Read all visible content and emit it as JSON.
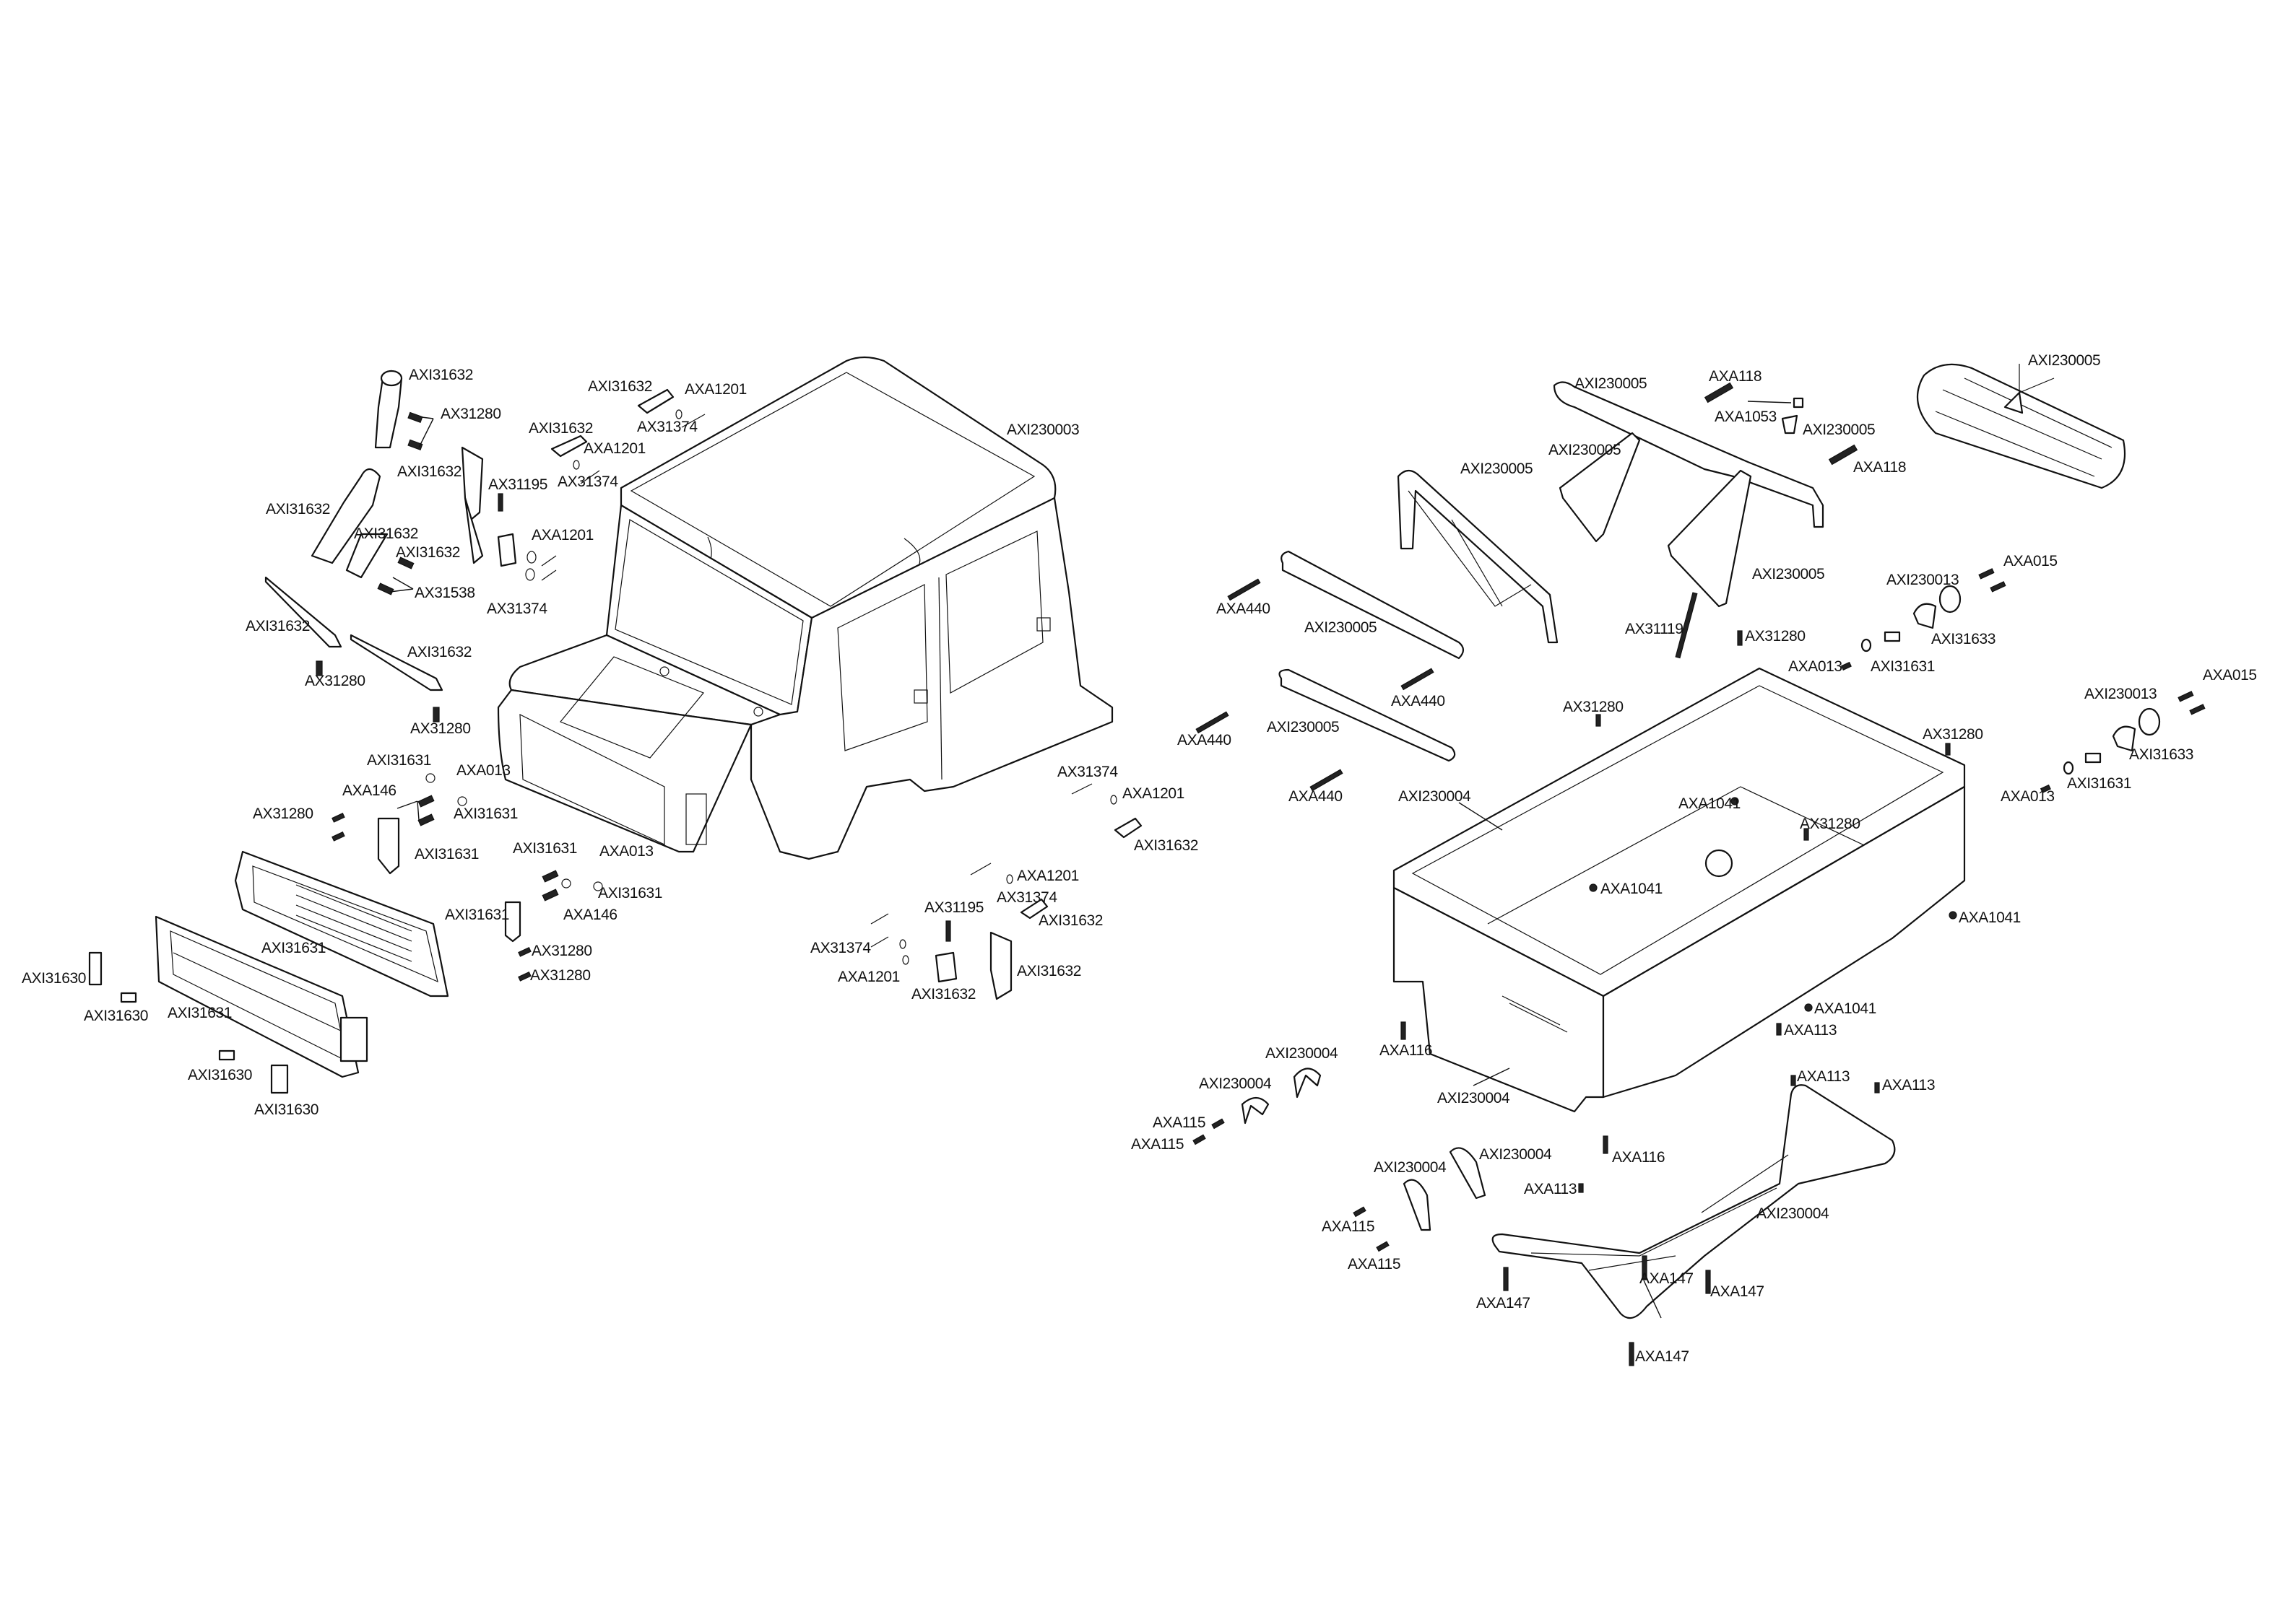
{
  "diagram": {
    "kind": "exploded-parts-view",
    "colors": {
      "line": "#111111",
      "background": "#ffffff"
    },
    "labels": [
      {
        "id": "l1",
        "text": "AXI31632",
        "group": "snorkel"
      },
      {
        "id": "l2",
        "text": "AX31280",
        "group": "snorkel"
      },
      {
        "id": "l3",
        "text": "AXI31632",
        "group": "mirror-left"
      },
      {
        "id": "l4",
        "text": "AXI31632",
        "group": "snorkel"
      },
      {
        "id": "l5",
        "text": "AXI31632",
        "group": "snorkel"
      },
      {
        "id": "l6",
        "text": "AX31538",
        "group": "snorkel"
      },
      {
        "id": "l7",
        "text": "AXI31632",
        "group": "mirror-left"
      },
      {
        "id": "l8",
        "text": "AX31195",
        "group": "mirror-left"
      },
      {
        "id": "l9",
        "text": "AXA1201",
        "group": "mirror-left"
      },
      {
        "id": "l10",
        "text": "AX31374",
        "group": "mirror-left"
      },
      {
        "id": "l11",
        "text": "AXI31632",
        "group": "handle-left"
      },
      {
        "id": "l12",
        "text": "AXA1201",
        "group": "handle-left"
      },
      {
        "id": "l13",
        "text": "AX31374",
        "group": "handle-left"
      },
      {
        "id": "l14",
        "text": "AXI31632",
        "group": "handle-left"
      },
      {
        "id": "l15",
        "text": "AXA1201",
        "group": "handle-left"
      },
      {
        "id": "l16",
        "text": "AX31374",
        "group": "handle-left"
      },
      {
        "id": "l17",
        "text": "AXI31632",
        "group": "wiper"
      },
      {
        "id": "l18",
        "text": "AX31280",
        "group": "wiper"
      },
      {
        "id": "l19",
        "text": "AXI31632",
        "group": "wiper"
      },
      {
        "id": "l20",
        "text": "AX31280",
        "group": "wiper"
      },
      {
        "id": "l21",
        "text": "AXI230003",
        "group": "cab-body"
      },
      {
        "id": "l22",
        "text": "AXI31631",
        "group": "grille"
      },
      {
        "id": "l23",
        "text": "AXA013",
        "group": "grille"
      },
      {
        "id": "l24",
        "text": "AXI31631",
        "group": "grille"
      },
      {
        "id": "l25",
        "text": "AXA146",
        "group": "grille"
      },
      {
        "id": "l26",
        "text": "AX31280",
        "group": "grille"
      },
      {
        "id": "l27",
        "text": "AXI31631",
        "group": "grille"
      },
      {
        "id": "l28",
        "text": "AXI31631",
        "group": "grille"
      },
      {
        "id": "l29",
        "text": "AXI31631",
        "group": "grille"
      },
      {
        "id": "l30",
        "text": "AXI31630",
        "group": "grille"
      },
      {
        "id": "l31",
        "text": "AXI31630",
        "group": "grille"
      },
      {
        "id": "l32",
        "text": "AXI31630",
        "group": "grille"
      },
      {
        "id": "l33",
        "text": "AXI31630",
        "group": "grille"
      },
      {
        "id": "l34",
        "text": "AXI31631",
        "group": "grille-bracket"
      },
      {
        "id": "l35",
        "text": "AXA013",
        "group": "grille-bracket"
      },
      {
        "id": "l36",
        "text": "AXI31631",
        "group": "grille-bracket"
      },
      {
        "id": "l37",
        "text": "AXI31631",
        "group": "grille-bracket"
      },
      {
        "id": "l38",
        "text": "AXA146",
        "group": "grille-bracket"
      },
      {
        "id": "l39",
        "text": "AX31280",
        "group": "grille-bracket"
      },
      {
        "id": "l40",
        "text": "AX31280",
        "group": "grille-bracket"
      },
      {
        "id": "l41",
        "text": "AX31374",
        "group": "handle-right"
      },
      {
        "id": "l42",
        "text": "AXA1201",
        "group": "handle-right"
      },
      {
        "id": "l43",
        "text": "AXI31632",
        "group": "handle-right"
      },
      {
        "id": "l44",
        "text": "AX31374",
        "group": "handle-right"
      },
      {
        "id": "l45",
        "text": "AXA1201",
        "group": "handle-right"
      },
      {
        "id": "l46",
        "text": "AXI31632",
        "group": "handle-right"
      },
      {
        "id": "l47",
        "text": "AX31195",
        "group": "mirror-right"
      },
      {
        "id": "l48",
        "text": "AX31374",
        "group": "mirror-right"
      },
      {
        "id": "l49",
        "text": "AXA1201",
        "group": "mirror-right"
      },
      {
        "id": "l50",
        "text": "AXI31632",
        "group": "mirror-right"
      },
      {
        "id": "l51",
        "text": "AXI31632",
        "group": "mirror-right"
      },
      {
        "id": "l52",
        "text": "AXI230005",
        "group": "rollbar"
      },
      {
        "id": "l53",
        "text": "AXA118",
        "group": "rollbar"
      },
      {
        "id": "l54",
        "text": "AXA1053",
        "group": "rollbar"
      },
      {
        "id": "l55",
        "text": "AXI230005",
        "group": "rollbar"
      },
      {
        "id": "l56",
        "text": "AXA118",
        "group": "rollbar"
      },
      {
        "id": "l57",
        "text": "AXI230005",
        "group": "rollbar"
      },
      {
        "id": "l58",
        "text": "AXI230005",
        "group": "rollbar"
      },
      {
        "id": "l59",
        "text": "AXI230005",
        "group": "rollbar"
      },
      {
        "id": "l60",
        "text": "AX31119",
        "group": "rollbar"
      },
      {
        "id": "l61",
        "text": "AX31280",
        "group": "rollbar"
      },
      {
        "id": "l62",
        "text": "AXA440",
        "group": "rollbar-links"
      },
      {
        "id": "l63",
        "text": "AXI230005",
        "group": "rollbar-links"
      },
      {
        "id": "l64",
        "text": "AXA440",
        "group": "rollbar-links"
      },
      {
        "id": "l65",
        "text": "AXA440",
        "group": "rollbar-links"
      },
      {
        "id": "l66",
        "text": "AXI230005",
        "group": "rollbar-links"
      },
      {
        "id": "l67",
        "text": "AXA440",
        "group": "rollbar-links"
      },
      {
        "id": "l68",
        "text": "AXI230005",
        "group": "spare-tire"
      },
      {
        "id": "l69",
        "text": "AXI230013",
        "group": "taillight-1"
      },
      {
        "id": "l70",
        "text": "AXA015",
        "group": "taillight-1"
      },
      {
        "id": "l71",
        "text": "AXI31633",
        "group": "taillight-1"
      },
      {
        "id": "l72",
        "text": "AXA013",
        "group": "taillight-1"
      },
      {
        "id": "l73",
        "text": "AXI31631",
        "group": "taillight-1"
      },
      {
        "id": "l74",
        "text": "AXI230013",
        "group": "taillight-2"
      },
      {
        "id": "l75",
        "text": "AXA015",
        "group": "taillight-2"
      },
      {
        "id": "l76",
        "text": "AXI31633",
        "group": "taillight-2"
      },
      {
        "id": "l77",
        "text": "AXA013",
        "group": "taillight-2"
      },
      {
        "id": "l78",
        "text": "AXI31631",
        "group": "taillight-2"
      },
      {
        "id": "l79",
        "text": "AX31280",
        "group": "bed"
      },
      {
        "id": "l80",
        "text": "AX31280",
        "group": "bed"
      },
      {
        "id": "l81",
        "text": "AXI230004",
        "group": "bed"
      },
      {
        "id": "l82",
        "text": "AXA1041",
        "group": "bed"
      },
      {
        "id": "l83",
        "text": "AX31280",
        "group": "bed"
      },
      {
        "id": "l84",
        "text": "AXA1041",
        "group": "bed"
      },
      {
        "id": "l85",
        "text": "AXA1041",
        "group": "bed"
      },
      {
        "id": "l86",
        "text": "AXA1041",
        "group": "bed"
      },
      {
        "id": "l87",
        "text": "AXA113",
        "group": "bed"
      },
      {
        "id": "l88",
        "text": "AXA116",
        "group": "bed"
      },
      {
        "id": "l89",
        "text": "AXI230004",
        "group": "bed"
      },
      {
        "id": "l90",
        "text": "AXA116",
        "group": "bed"
      },
      {
        "id": "l91",
        "text": "AXI230004",
        "group": "bed-brackets"
      },
      {
        "id": "l92",
        "text": "AXI230004",
        "group": "bed-brackets"
      },
      {
        "id": "l93",
        "text": "AXA115",
        "group": "bed-brackets"
      },
      {
        "id": "l94",
        "text": "AXA115",
        "group": "bed-brackets"
      },
      {
        "id": "l95",
        "text": "AXI230004",
        "group": "bed-brackets"
      },
      {
        "id": "l96",
        "text": "AXI230004",
        "group": "bed-brackets"
      },
      {
        "id": "l97",
        "text": "AXA115",
        "group": "bed-brackets"
      },
      {
        "id": "l98",
        "text": "AXA115",
        "group": "bed-brackets"
      },
      {
        "id": "l99",
        "text": "AXA113",
        "group": "bed-frame"
      },
      {
        "id": "l100",
        "text": "AXA113",
        "group": "bed-frame"
      },
      {
        "id": "l101",
        "text": "AXA113",
        "group": "bed-frame"
      },
      {
        "id": "l102",
        "text": "AXI230004",
        "group": "bed-frame"
      },
      {
        "id": "l103",
        "text": "AXA147",
        "group": "bed-frame"
      },
      {
        "id": "l104",
        "text": "AXA147",
        "group": "bed-frame"
      },
      {
        "id": "l105",
        "text": "AXA147",
        "group": "bed-frame"
      },
      {
        "id": "l106",
        "text": "AXA147",
        "group": "bed-frame"
      }
    ]
  }
}
